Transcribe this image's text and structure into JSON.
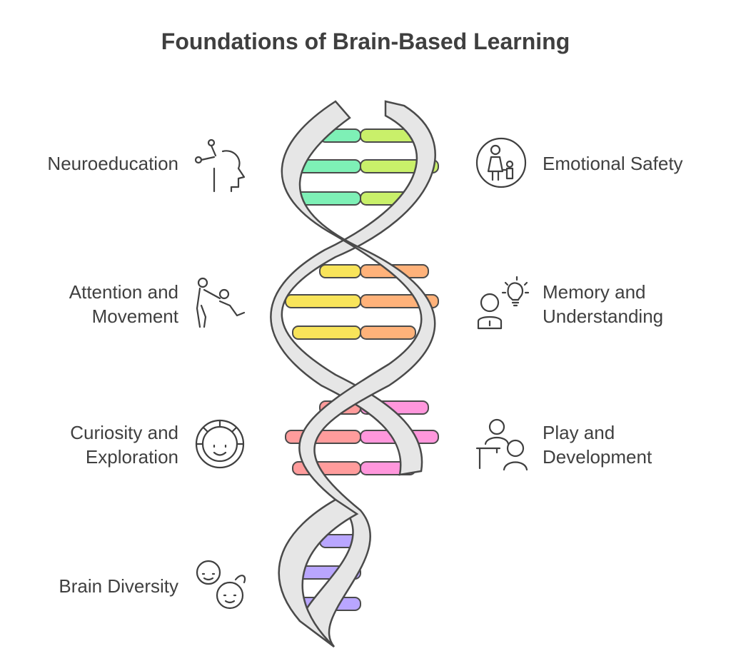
{
  "title": "Foundations of Brain-Based Learning",
  "left_items": [
    {
      "lines": [
        "Neuroeducation"
      ],
      "icon": "head-neuron-icon"
    },
    {
      "lines": [
        "Attention and",
        "Movement"
      ],
      "icon": "adult-child-play-icon"
    },
    {
      "lines": [
        "Curiosity and",
        "Exploration"
      ],
      "icon": "smiling-face-circle-icon"
    },
    {
      "lines": [
        "Brain Diversity"
      ],
      "icon": "two-children-faces-icon"
    }
  ],
  "right_items": [
    {
      "lines": [
        "Emotional Safety"
      ],
      "icon": "parent-child-circle-icon"
    },
    {
      "lines": [
        "Memory and",
        "Understanding"
      ],
      "icon": "person-lightbulb-icon"
    },
    {
      "lines": [
        "Play and",
        "Development"
      ],
      "icon": "teacher-student-desk-icon"
    }
  ],
  "colors": {
    "helix_fill": "#e6e6e6",
    "helix_stroke": "#4a4a4a",
    "rung_green": "#7ef0b6",
    "rung_lime": "#c9f06a",
    "rung_yellow": "#f8e45a",
    "rung_orange": "#ffb27a",
    "rung_red": "#ff9c9c",
    "rung_pink": "#ff97dc",
    "rung_purple": "#b9a6ff"
  }
}
